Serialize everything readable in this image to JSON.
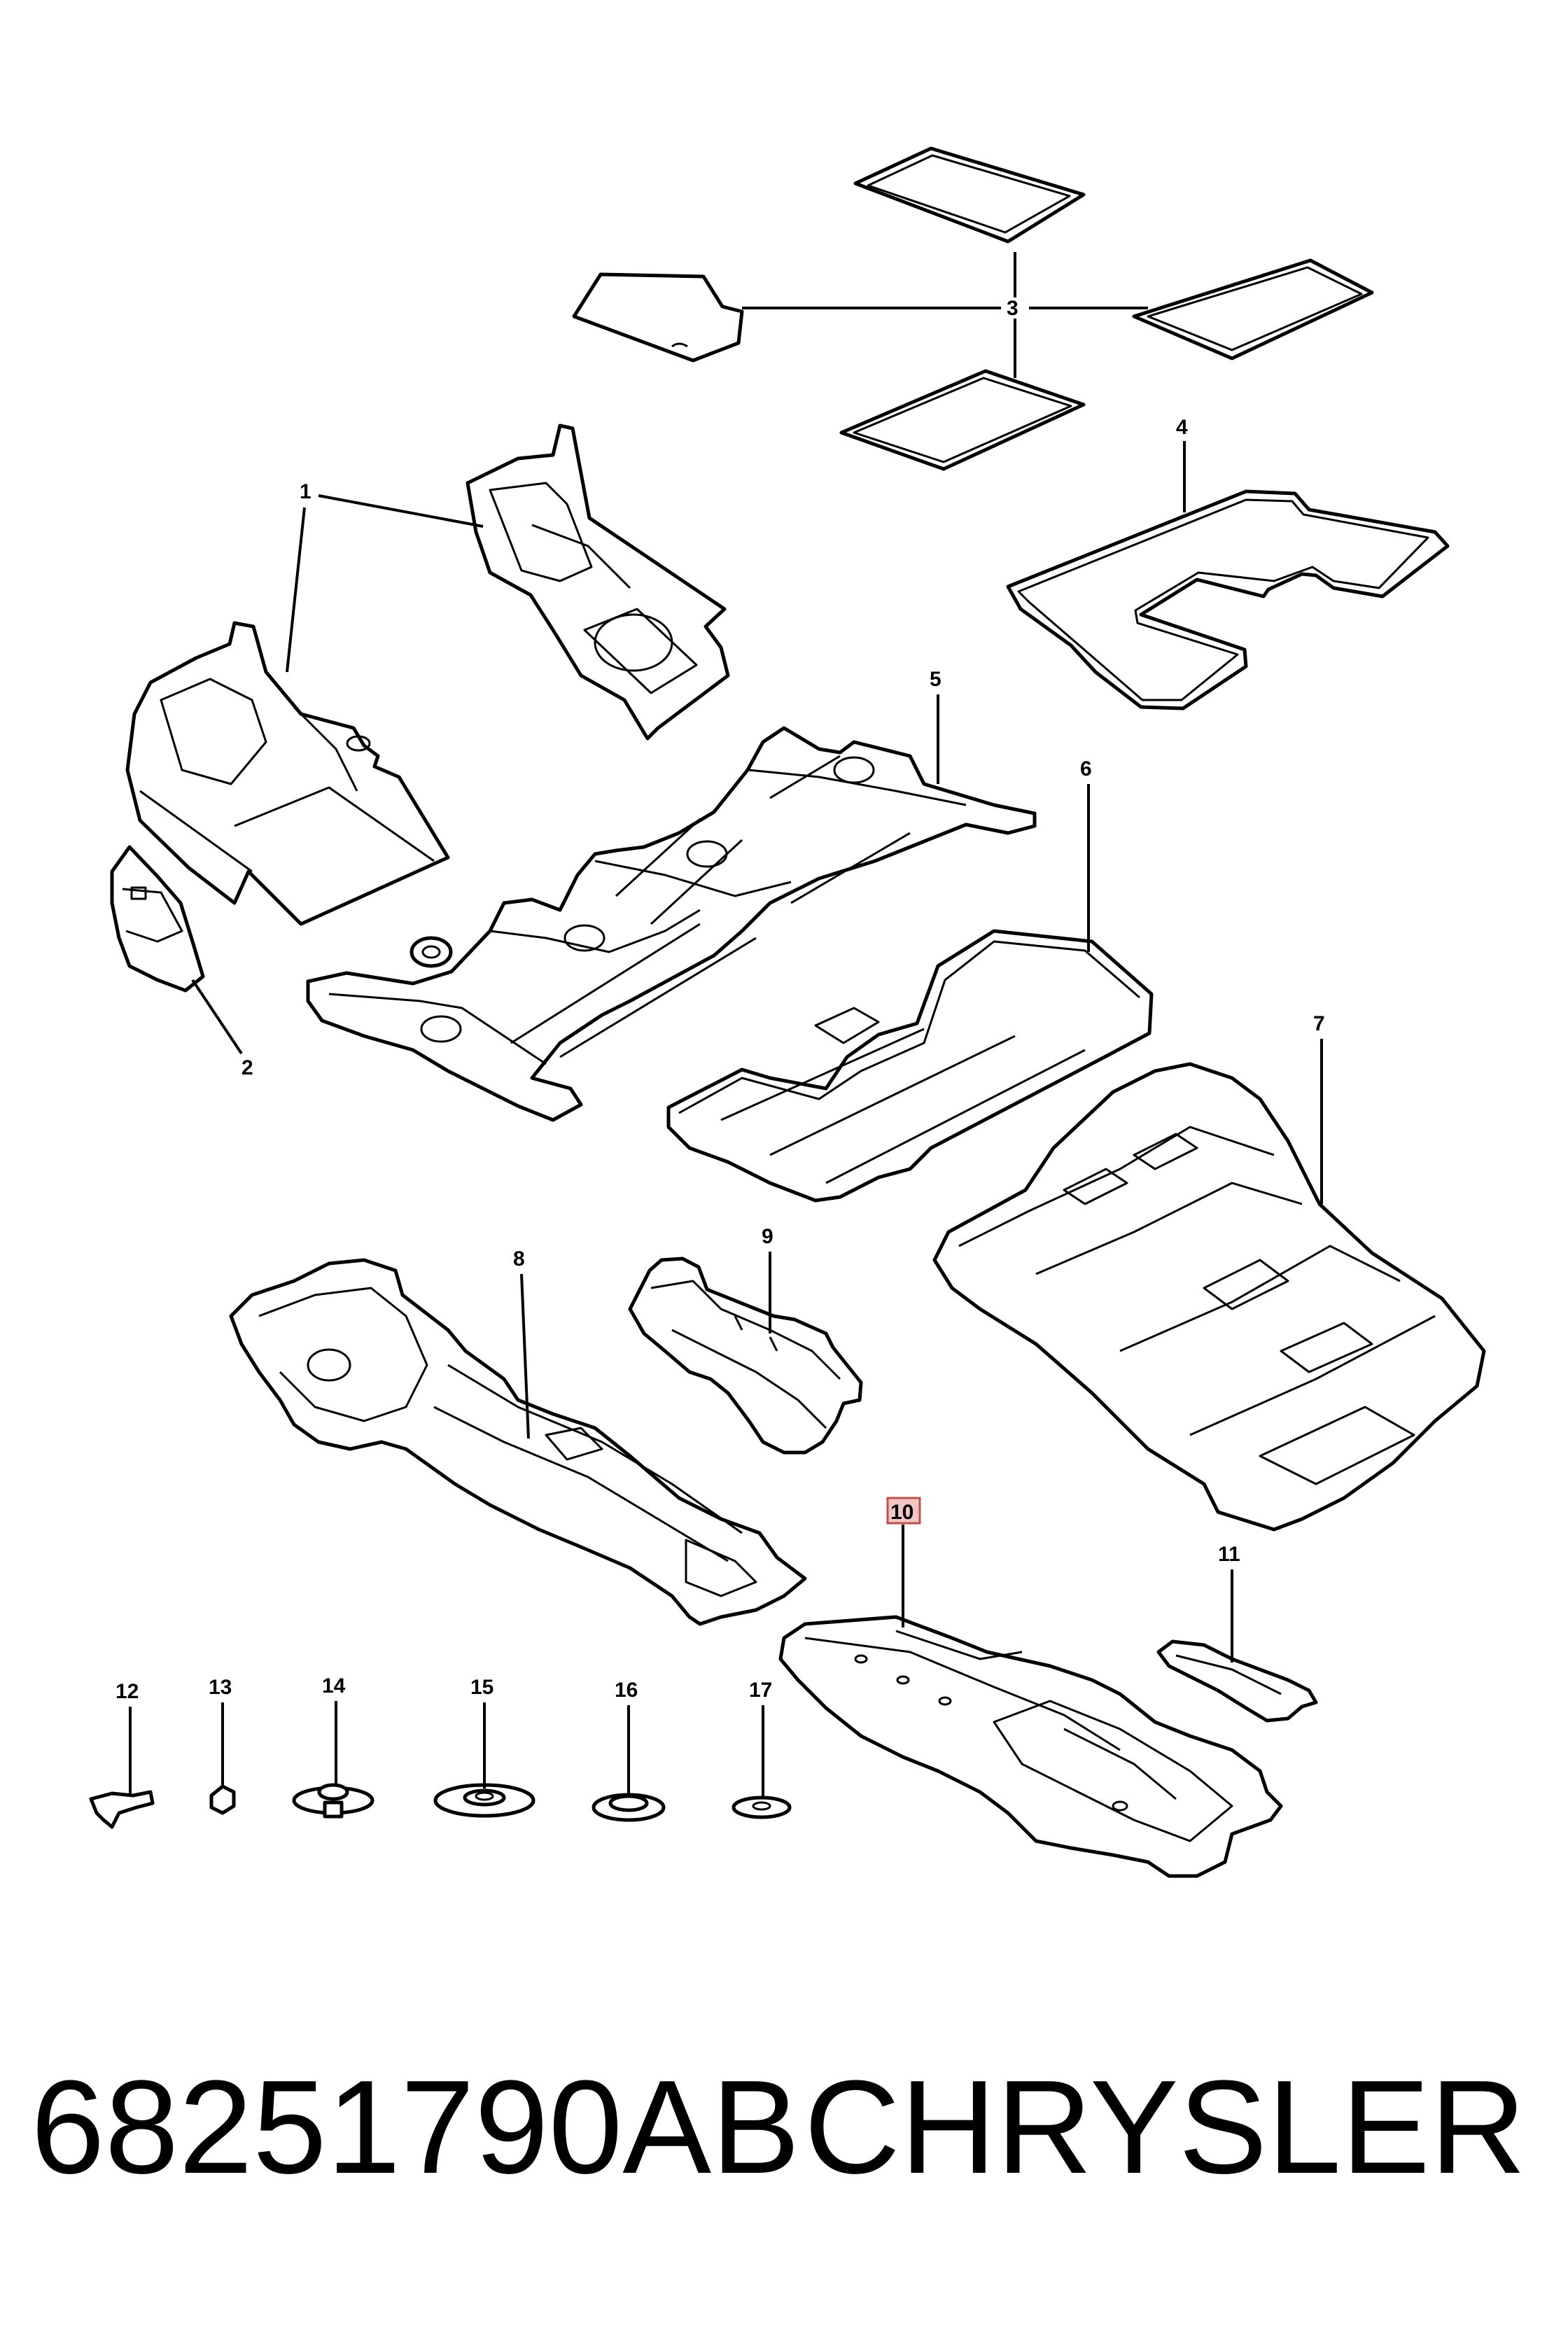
{
  "callouts": {
    "c1": "1",
    "c2": "2",
    "c3": "3",
    "c4": "4",
    "c5": "5",
    "c6": "6",
    "c7": "7",
    "c8": "8",
    "c9": "9",
    "c10": "10",
    "c11": "11",
    "c12": "12",
    "c13": "13",
    "c14": "14",
    "c15": "15",
    "c16": "16",
    "c17": "17"
  },
  "highlighted_callout": "10",
  "footer": {
    "part_number": "68251790AB",
    "brand": "CHRYSLER"
  }
}
